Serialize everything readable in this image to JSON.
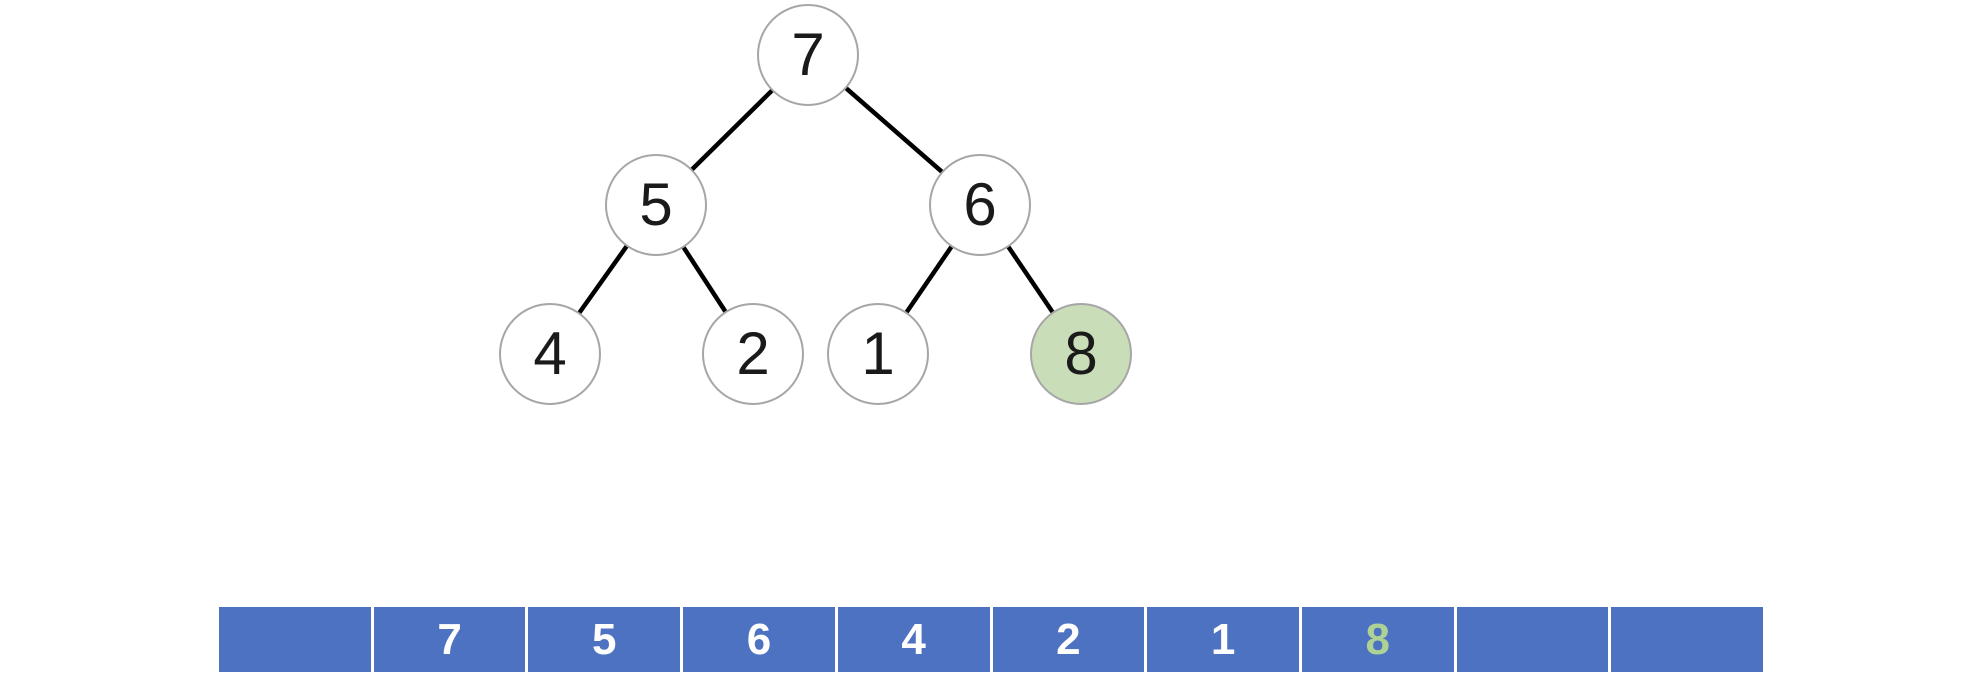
{
  "diagram": {
    "type": "binary-heap-with-array-representation",
    "tree": {
      "nodes": [
        {
          "value": "7",
          "level": 0,
          "highlighted": false
        },
        {
          "value": "5",
          "level": 1,
          "highlighted": false
        },
        {
          "value": "6",
          "level": 1,
          "highlighted": false
        },
        {
          "value": "4",
          "level": 2,
          "highlighted": false
        },
        {
          "value": "2",
          "level": 2,
          "highlighted": false
        },
        {
          "value": "1",
          "level": 2,
          "highlighted": false
        },
        {
          "value": "8",
          "level": 2,
          "highlighted": true
        }
      ],
      "edges": [
        {
          "from": "7",
          "to": "5"
        },
        {
          "from": "7",
          "to": "6"
        },
        {
          "from": "5",
          "to": "4"
        },
        {
          "from": "5",
          "to": "2"
        },
        {
          "from": "6",
          "to": "1"
        },
        {
          "from": "6",
          "to": "8"
        }
      ]
    },
    "array": {
      "cells": [
        "",
        "7",
        "5",
        "6",
        "4",
        "2",
        "1",
        "8",
        "",
        ""
      ],
      "highlighted_index": 7,
      "highlighted_value": "8"
    },
    "colors": {
      "cell_blue": "#4e72c2",
      "cell_text": "#ffffff",
      "node_fill": "#ffffff",
      "node_border": "#a6a6a6",
      "highlight_fill": "#c9deb8",
      "highlight_text": "#aed194",
      "edge_black": "#000000",
      "page_bg": "#ffffff"
    }
  }
}
